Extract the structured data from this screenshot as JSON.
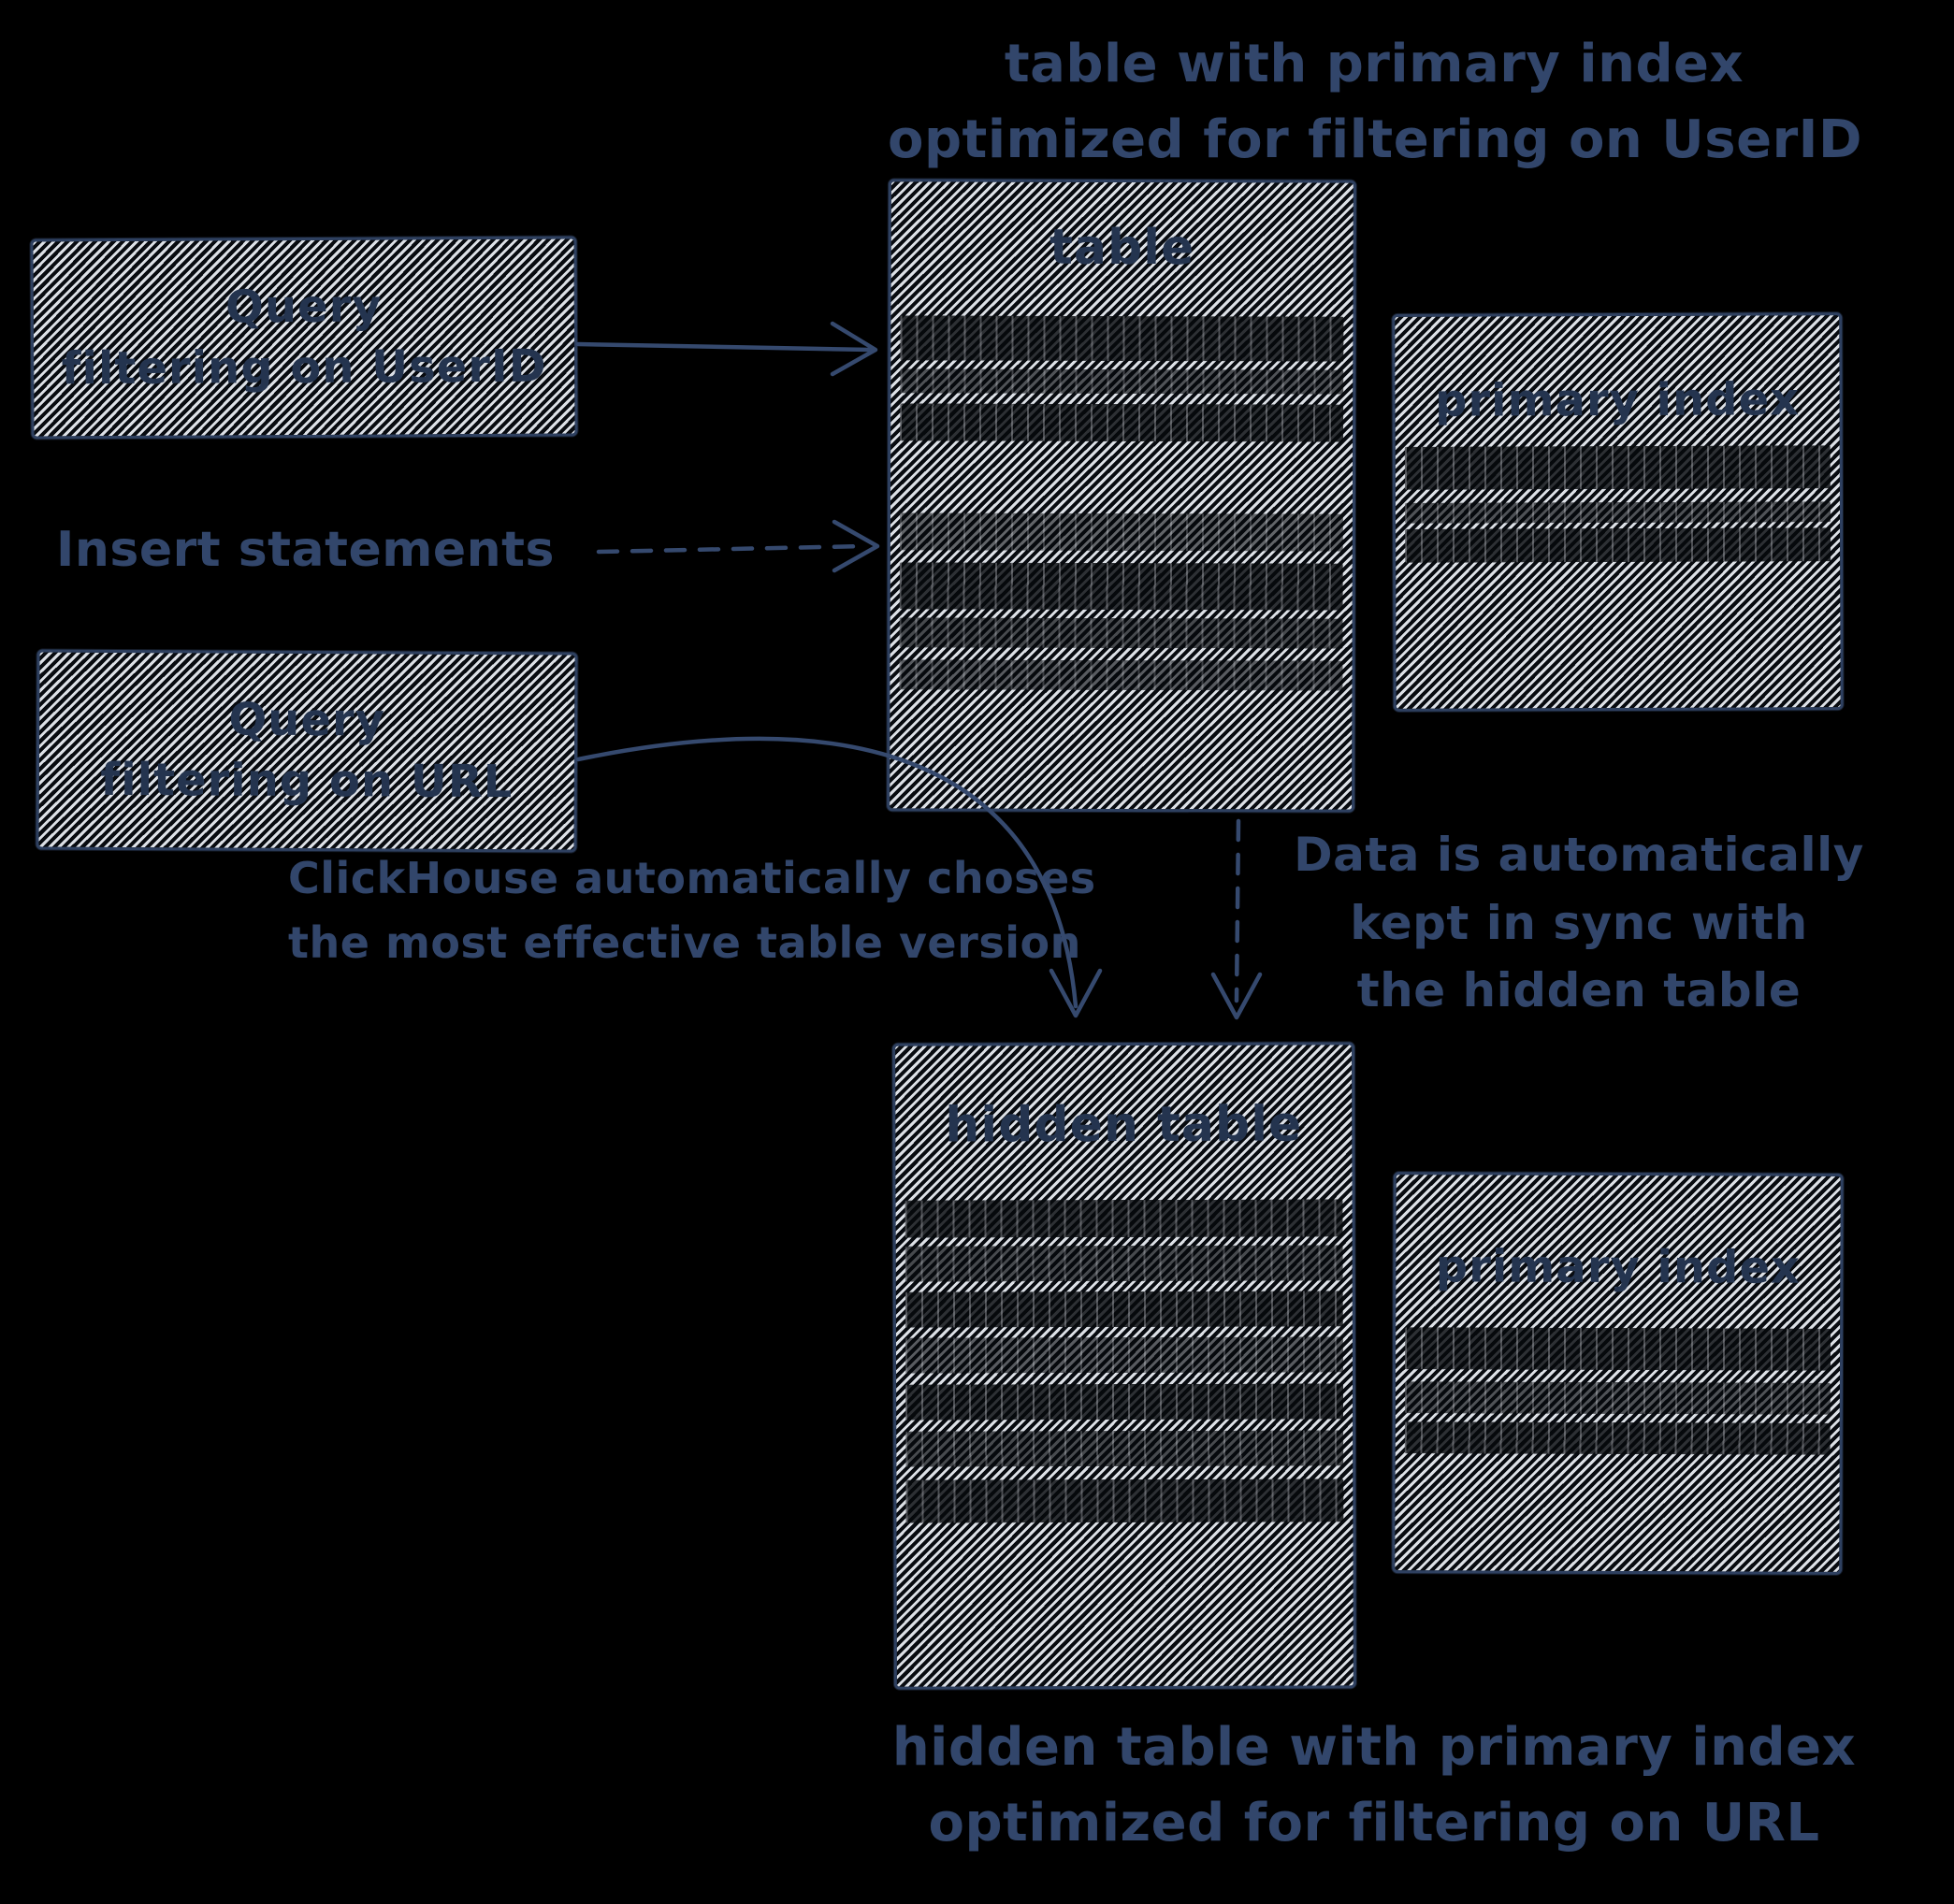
{
  "diagram": {
    "top_caption": {
      "line1": "table with primary index",
      "line2": "optimized for filtering on UserID"
    },
    "bottom_caption": {
      "line1": "hidden table with primary index",
      "line2": "optimized for filtering on URL"
    },
    "boxes": {
      "query_userid": {
        "line1": "Query",
        "line2": "filtering on UserID"
      },
      "query_url": {
        "line1": "Query",
        "line2": "filtering on URL"
      },
      "table": {
        "title": "table"
      },
      "hidden_table": {
        "title": "hidden table"
      },
      "primary_index_top": {
        "title": "primary index"
      },
      "primary_index_bottom": {
        "title": "primary index"
      }
    },
    "labels": {
      "insert": "Insert statements",
      "auto_choice": {
        "line1": "ClickHouse automatically choses",
        "line2": "the most effective table version"
      },
      "sync": {
        "line1": "Data is automatically",
        "line2": "kept in sync with",
        "line3": "the hidden table"
      }
    },
    "colors": {
      "background": "#000000",
      "ink": "#32466b",
      "box_border": "#2e4060",
      "hatch": "#ecf0f6"
    }
  }
}
